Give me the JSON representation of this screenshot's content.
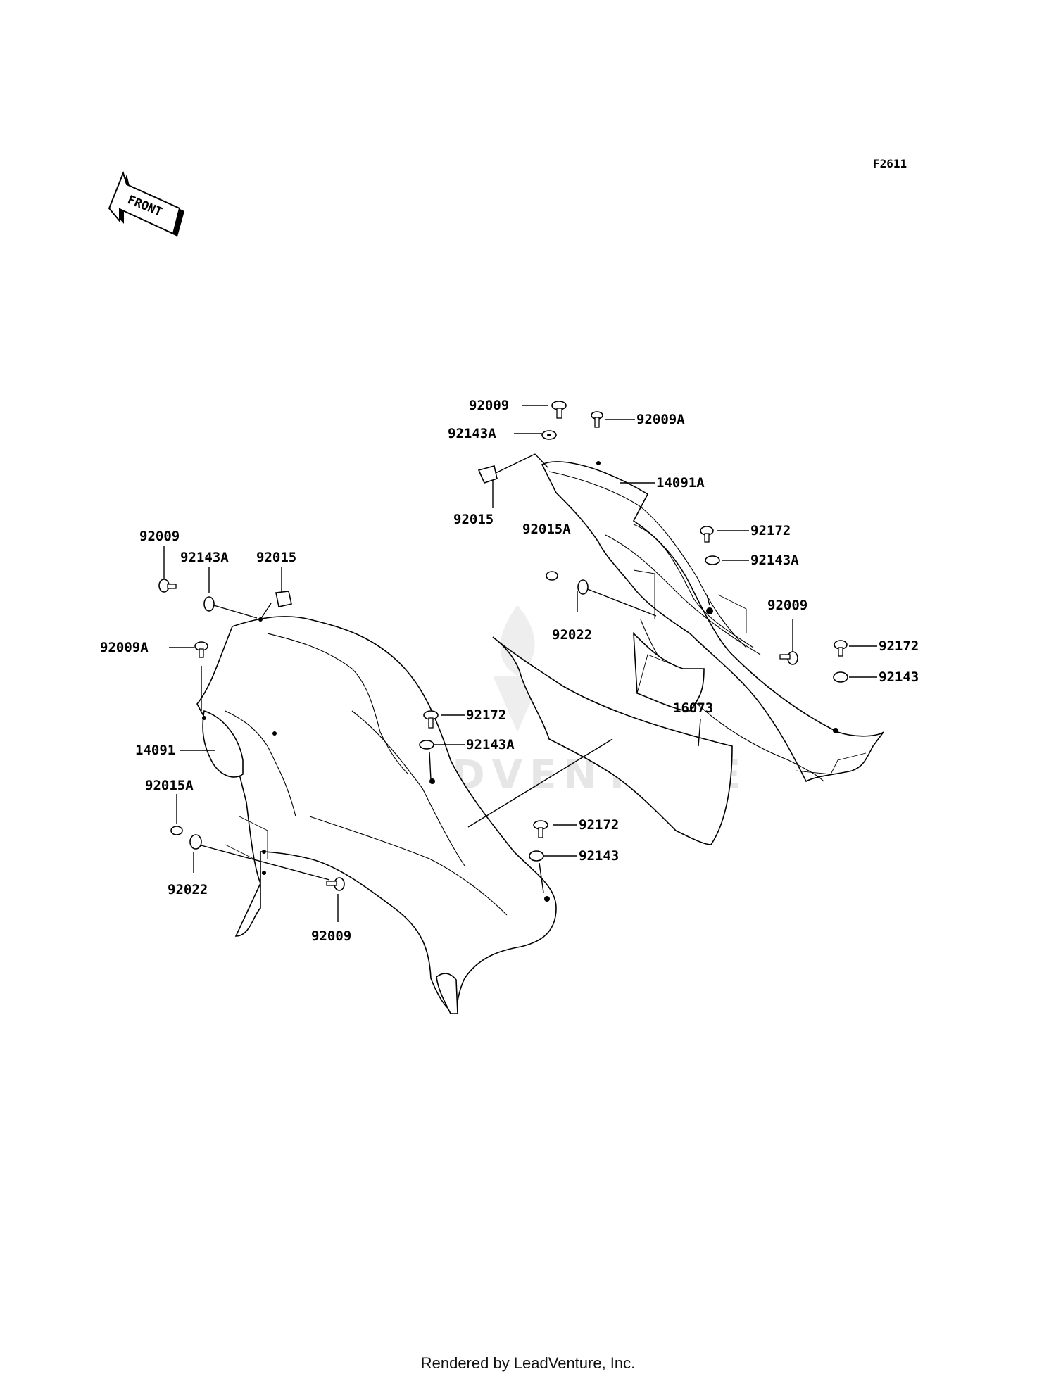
{
  "figure_id": "F2611",
  "front_label": "FRONT",
  "watermark": "LEADVENTURE",
  "footer": "Rendered by LeadVenture, Inc.",
  "labels": {
    "top_92009": "92009",
    "top_92009A": "92009A",
    "top_92143A": "92143A",
    "top_14091A": "14091A",
    "top_92015": "92015",
    "top_92015A": "92015A",
    "top_92172a": "92172",
    "top_92143A_b": "92143A",
    "top_92009_b": "92009",
    "top_92022": "92022",
    "top_92172b": "92172",
    "top_92143": "92143",
    "mid_16073": "16073",
    "left_92009": "92009",
    "left_92143A": "92143A",
    "left_92015": "92015",
    "left_92009A": "92009A",
    "left_14091": "14091",
    "left_92015A": "92015A",
    "left_92022": "92022",
    "left_92009_b": "92009",
    "mid_92172a": "92172",
    "mid_92143A": "92143A",
    "mid_92172b": "92172",
    "mid_92143": "92143"
  }
}
